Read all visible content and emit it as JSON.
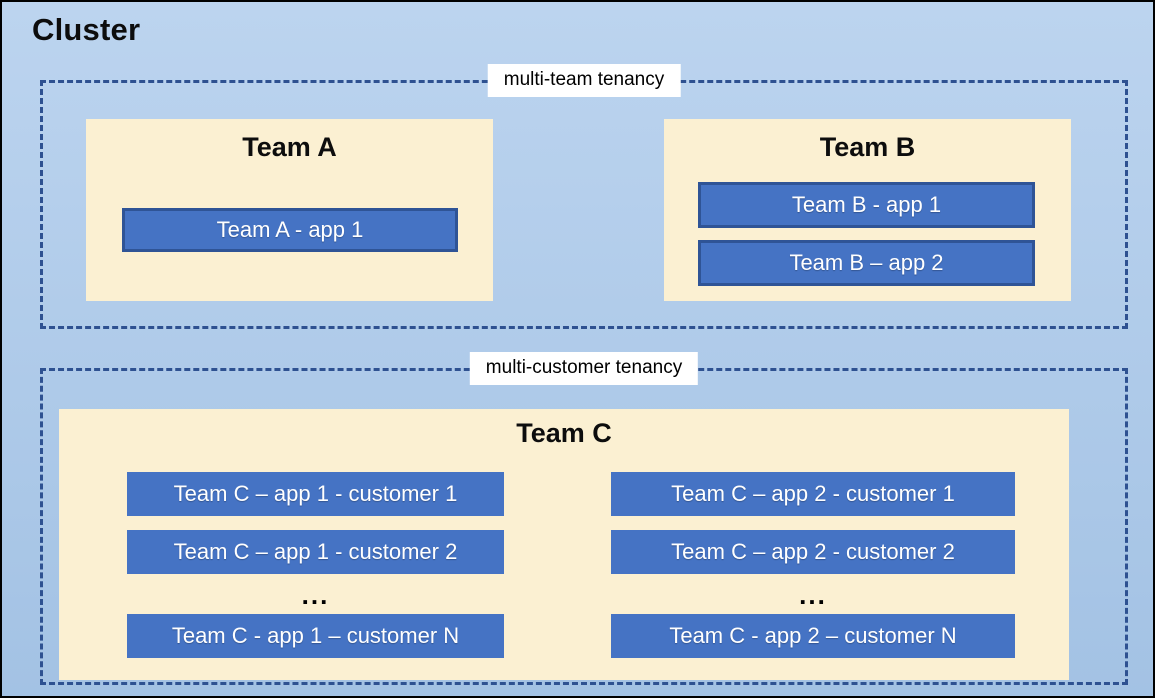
{
  "title": "Cluster",
  "colors": {
    "bg_top": "#BCD4EF",
    "bg_bottom": "#A3C2E4",
    "outer_border": "#000000",
    "dash": "#2E5191",
    "cream": "#FBF0D2",
    "app_fill": "#4573C4",
    "app_border": "#2F5496",
    "app_text": "#FFFFFF",
    "label_bg": "#FFFFFF",
    "ink": "#0D0D0D"
  },
  "sections": [
    {
      "label": "multi-team tenancy",
      "teams": [
        {
          "name": "Team A",
          "apps": [
            "Team A - app 1"
          ]
        },
        {
          "name": "Team B",
          "apps": [
            "Team B - app 1",
            "Team B – app 2"
          ]
        }
      ]
    },
    {
      "label": "multi-customer tenancy",
      "teams": [
        {
          "name": "Team C",
          "columns": [
            {
              "rows_top": [
                "Team C – app 1 - customer 1",
                "Team C – app 1 - customer 2"
              ],
              "ellipsis": "...",
              "row_bottom": "Team C - app 1 – customer N"
            },
            {
              "rows_top": [
                "Team C – app 2 - customer 1",
                "Team C – app 2 - customer 2"
              ],
              "ellipsis": "...",
              "row_bottom": "Team C - app 2 – customer N"
            }
          ]
        }
      ]
    }
  ]
}
